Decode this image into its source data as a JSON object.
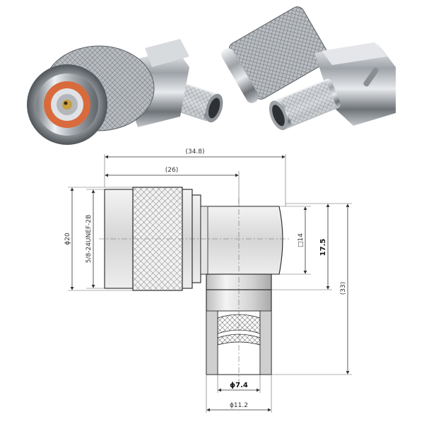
{
  "dimensions": {
    "overall_width": "(34.8)",
    "inner_width": "(26)",
    "body_diameter": "ϕ20",
    "thread": "5/8-24UNEF-2B",
    "square_body": "□14",
    "height_body": "17.5",
    "overall_height": "(33)",
    "inner_ferrule": "ϕ7.4",
    "outer_ferrule": "ϕ11.2"
  },
  "colors": {
    "metal": "#c9ccd0",
    "insulator": "#d96a3c",
    "contact": "#c8a040",
    "line": "#222222"
  }
}
